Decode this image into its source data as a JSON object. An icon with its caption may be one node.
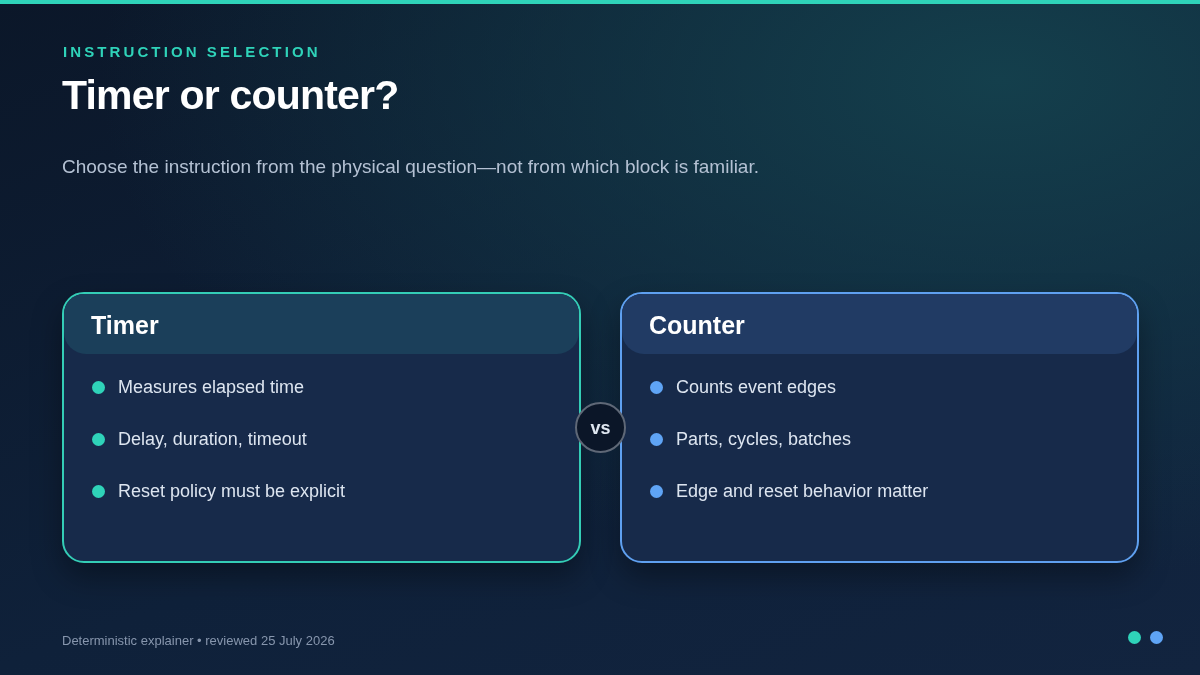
{
  "diagram": {
    "title": "Timer or counter?",
    "nodes": [
      {
        "text": [
          "Timer",
          "Measures elapsed time",
          "Delay, duration, timeout",
          "Reset policy must be explicit"
        ]
      },
      {
        "text": [
          "vs"
        ]
      },
      {
        "text": [
          "Counter",
          "Counts event edges",
          "Parts, cycles, batches",
          "Edge and reset behavior matter"
        ]
      }
    ],
    "edges": [],
    "labels": [
      "INSTRUCTION SELECTION",
      "Choose the instruction from the physical question—not from which block is familiar.",
      "Deterministic explainer • reviewed 25 July 2026"
    ]
  }
}
